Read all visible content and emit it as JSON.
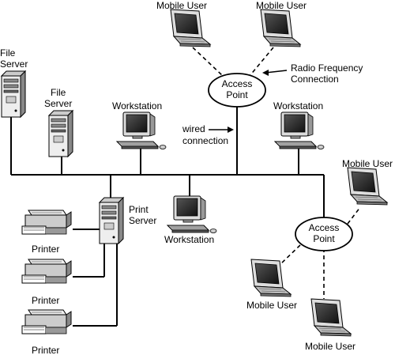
{
  "labels": {
    "mobile_user": "Mobile User",
    "file_server_line1": "File",
    "file_server_line2": "Server",
    "workstation": "Workstation",
    "print_server_line1": "Print",
    "print_server_line2": "Server",
    "printer": "Printer",
    "access_point_line1": "Access",
    "access_point_line2": "Point",
    "wired_line1": "wired",
    "wired_line2": "connection",
    "radio_line1": "Radio Frequency",
    "radio_line2": "Connection"
  },
  "colors": {
    "line": "#000000",
    "device_fill": "#ffffff",
    "device_shade": "#9a9a9a",
    "screen": "#222222"
  }
}
